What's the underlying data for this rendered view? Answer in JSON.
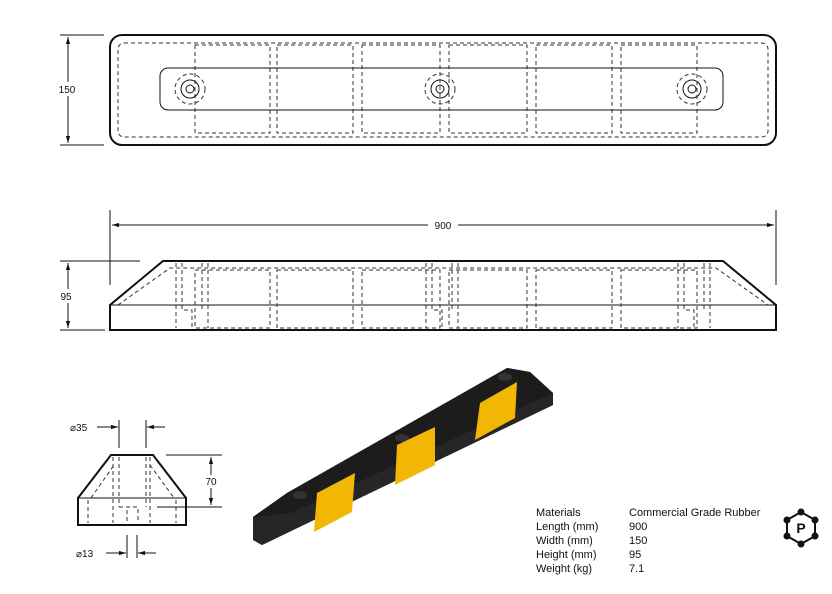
{
  "dimensions": {
    "top_width": "150",
    "length": "900",
    "height": "95",
    "end_height": "70",
    "hole_top_diameter": "⌀35",
    "hole_bottom_diameter": "⌀13"
  },
  "specs": [
    {
      "label": "Materials",
      "value": "Commercial Grade Rubber"
    },
    {
      "label": "Length (mm)",
      "value": "900"
    },
    {
      "label": "Width (mm)",
      "value": "150"
    },
    {
      "label": "Height (mm)",
      "value": "95"
    },
    {
      "label": "Weight (kg)",
      "value": "7.1"
    }
  ],
  "logo": {
    "letter": "P"
  },
  "colors": {
    "rubber": "#1a1a1a",
    "reflector": "#f2b705"
  }
}
